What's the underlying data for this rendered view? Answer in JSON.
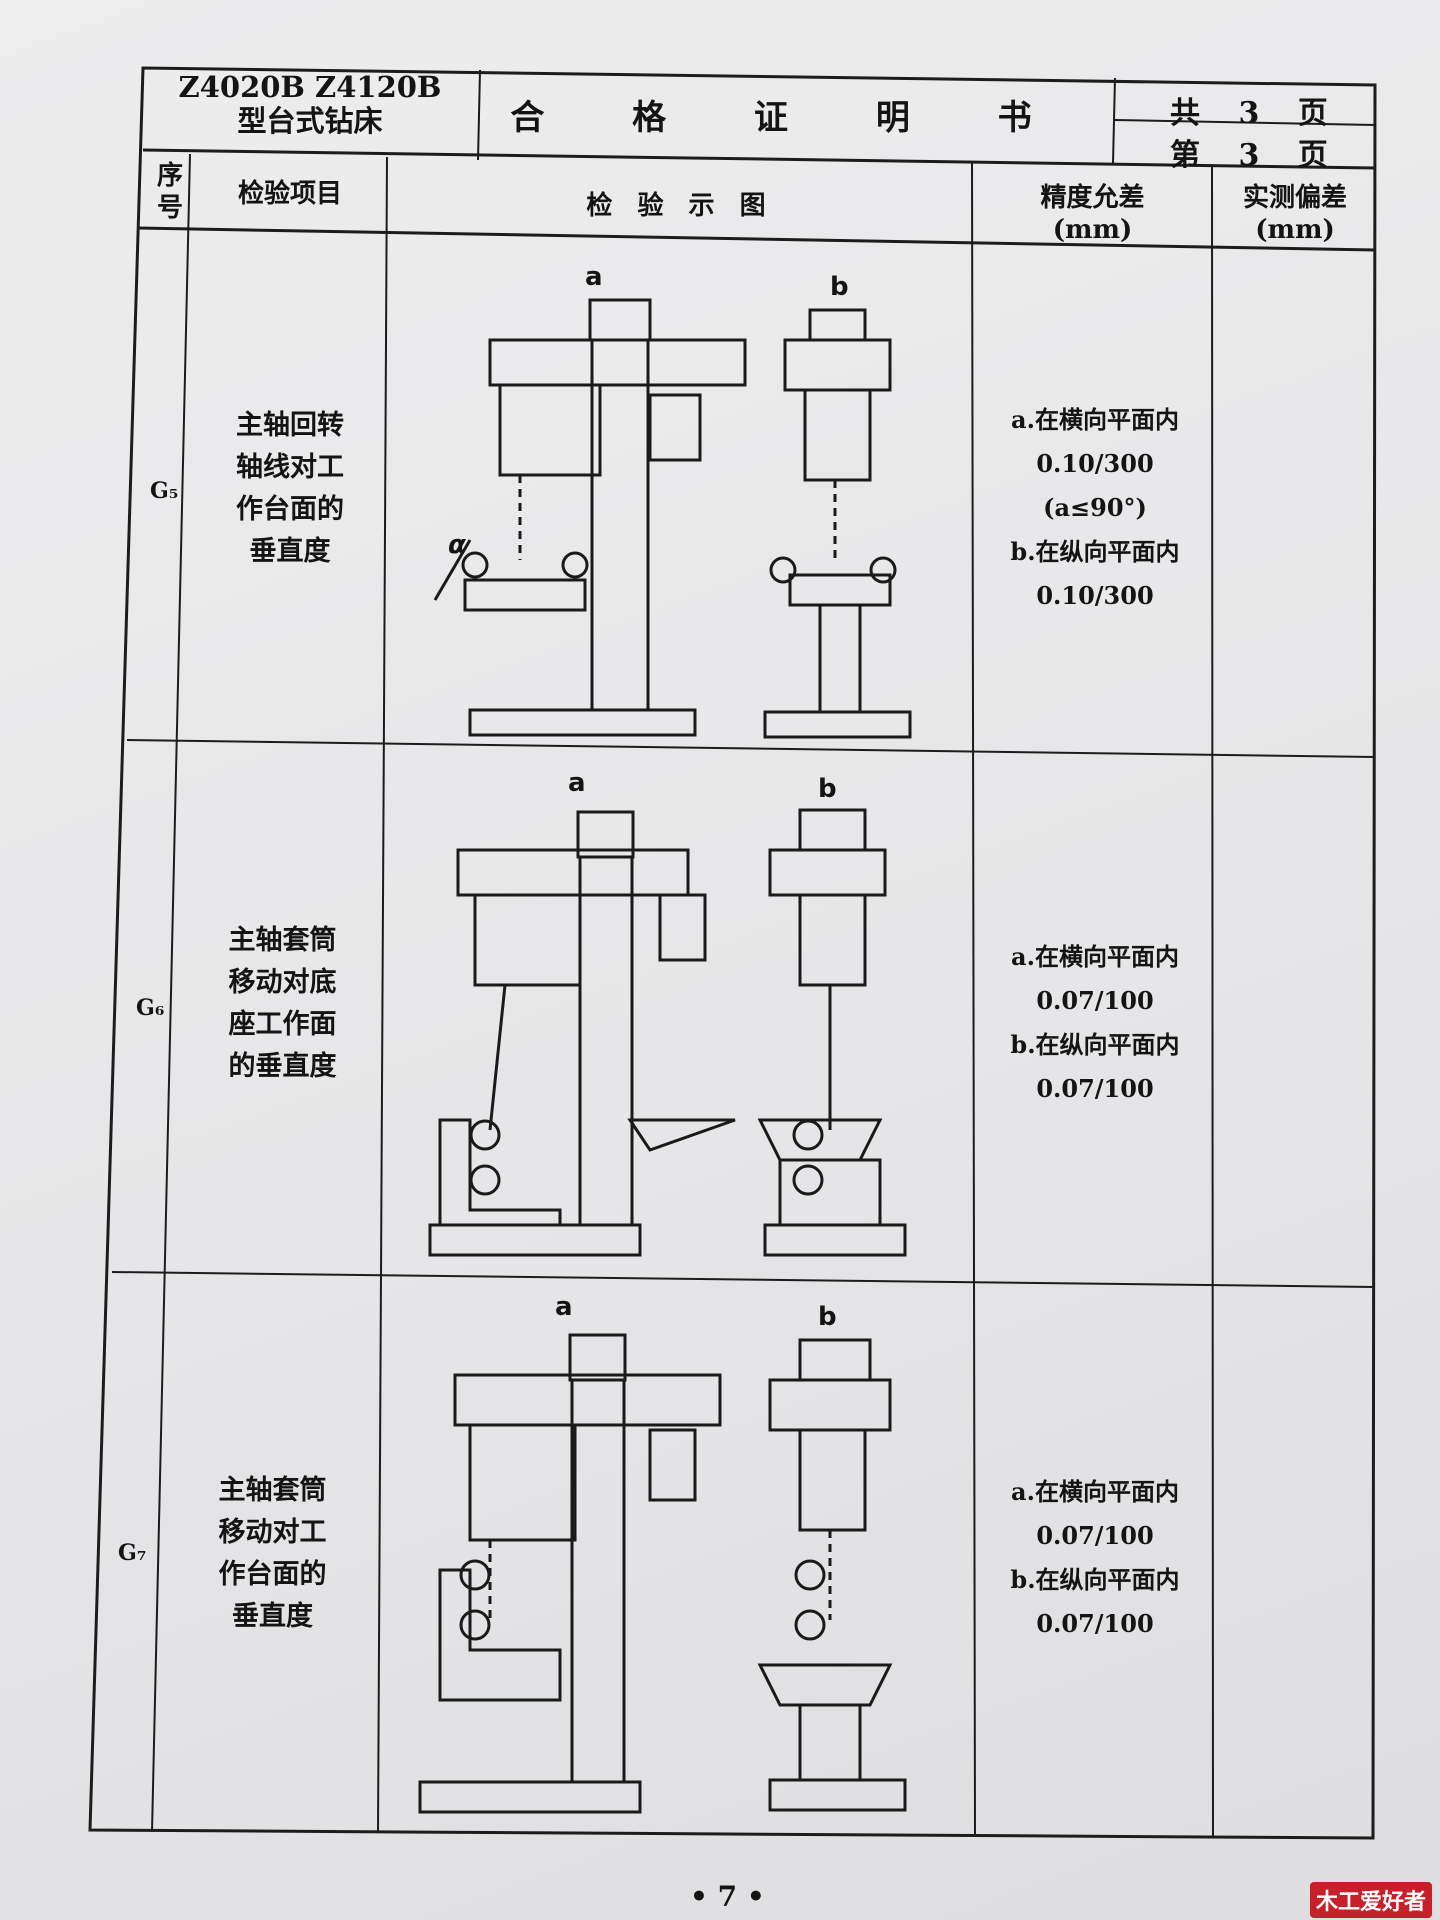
{
  "header": {
    "model_line1": "Z4020B   Z4120B",
    "model_line2": "型台式钻床",
    "title": "合 格 证 明 书",
    "total_pages": "共 3 页",
    "current_page": "第 3 页"
  },
  "columns": {
    "seq": "序号",
    "item": "检验项目",
    "diagram": "检 验 示 图",
    "tolerance": "精度允差",
    "tolerance_unit": "(mm)",
    "measured": "实测偏差",
    "measured_unit": "(mm)"
  },
  "rows": [
    {
      "code": "G₅",
      "item_lines": [
        "主轴回转",
        "轴线对工",
        "作台面的",
        "垂直度"
      ],
      "label_a": "a",
      "label_b": "b",
      "angle_symbol": "α",
      "tolerance_lines": [
        "a.在横向平面内",
        "0.10/300",
        "(a≤90°)",
        "b.在纵向平面内",
        "0.10/300"
      ]
    },
    {
      "code": "G₆",
      "item_lines": [
        "主轴套筒",
        "移动对底",
        "座工作面",
        "的垂直度"
      ],
      "label_a": "a",
      "label_b": "b",
      "tolerance_lines": [
        "a.在横向平面内",
        "0.07/100",
        "b.在纵向平面内",
        "0.07/100"
      ]
    },
    {
      "code": "G₇",
      "item_lines": [
        "主轴套筒",
        "移动对工",
        "作台面的",
        "垂直度"
      ],
      "label_a": "a",
      "label_b": "b",
      "tolerance_lines": [
        "a.在横向平面内",
        "0.07/100",
        "b.在纵向平面内",
        "0.07/100"
      ]
    }
  ],
  "footer": {
    "page_number": "• 7 •",
    "watermark": "木工爱好者"
  }
}
